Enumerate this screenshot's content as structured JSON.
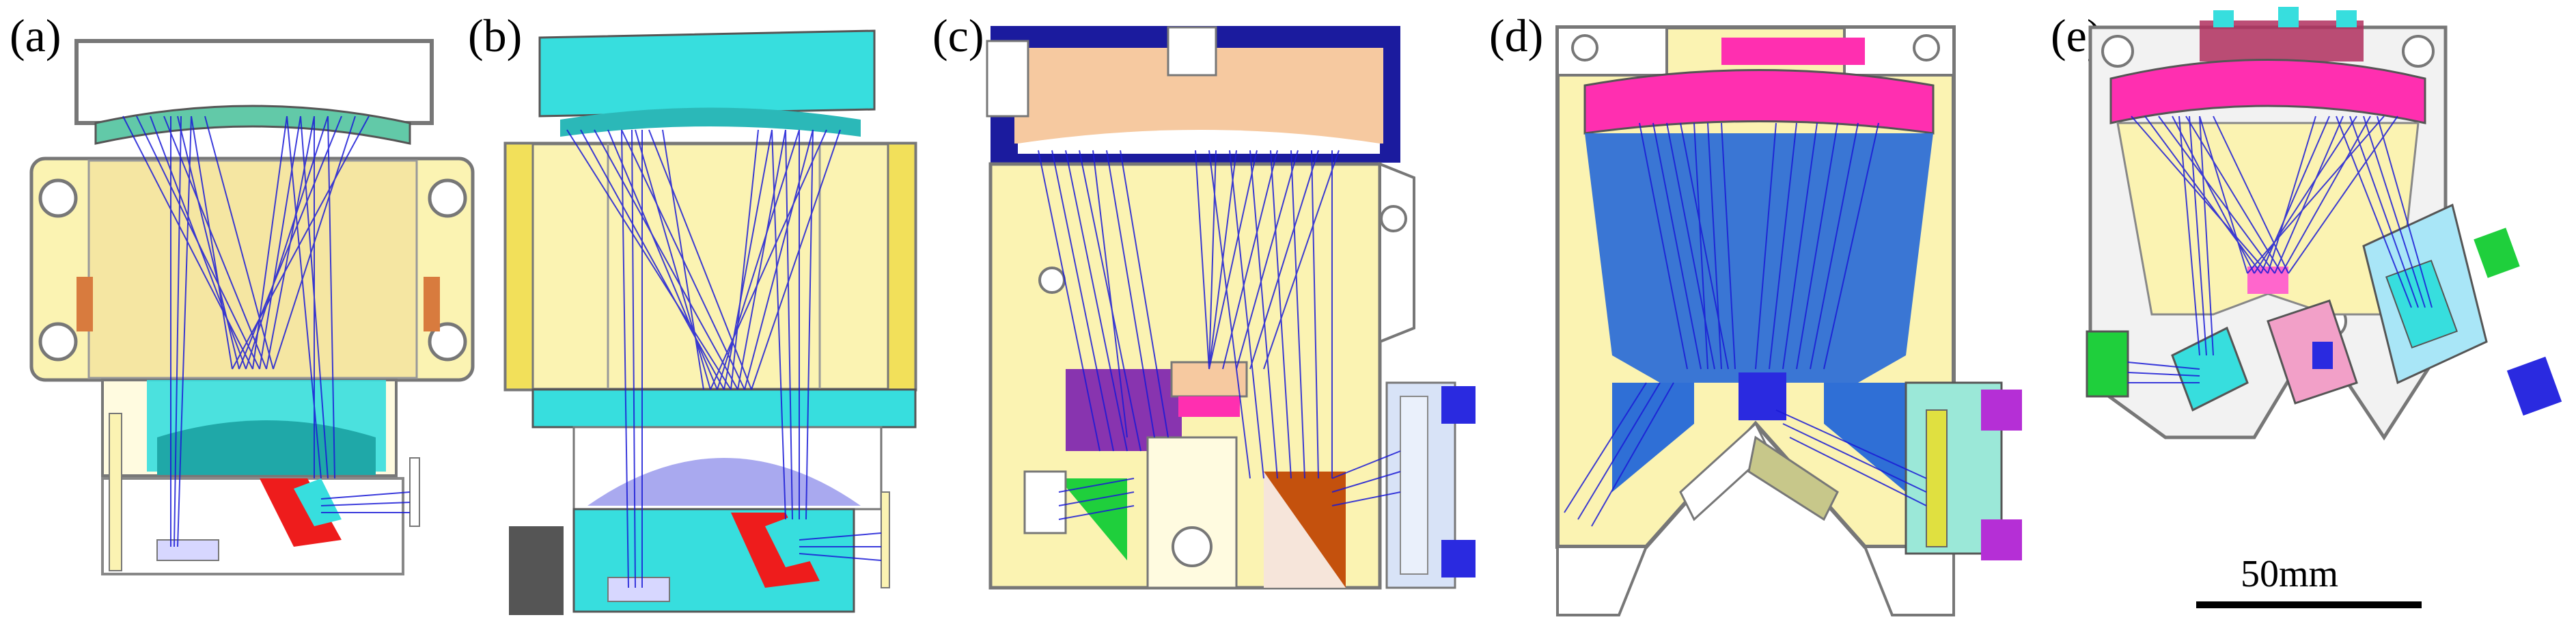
{
  "panels": [
    {
      "label": "(a)"
    },
    {
      "label": "(b)"
    },
    {
      "label": "(c)"
    },
    {
      "label": "(d)"
    },
    {
      "label": "(e)"
    }
  ],
  "scale_bar": {
    "label": "50mm"
  },
  "colors": {
    "body": "#fbf3b2",
    "outline": "#6e6e6e",
    "ray": "#1a1ad6",
    "primary_mirror_cyan": "#37dede",
    "primary_mirror_tan": "#f6c9a0",
    "primary_mirror_magenta": "#ff2fb0",
    "prism_red": "#ee1c1c",
    "prism_green": "#1fcf3c",
    "prism_brown": "#c4510d",
    "detector_blue": "#2a2ae0",
    "frame_white": "#f2f2f2"
  }
}
